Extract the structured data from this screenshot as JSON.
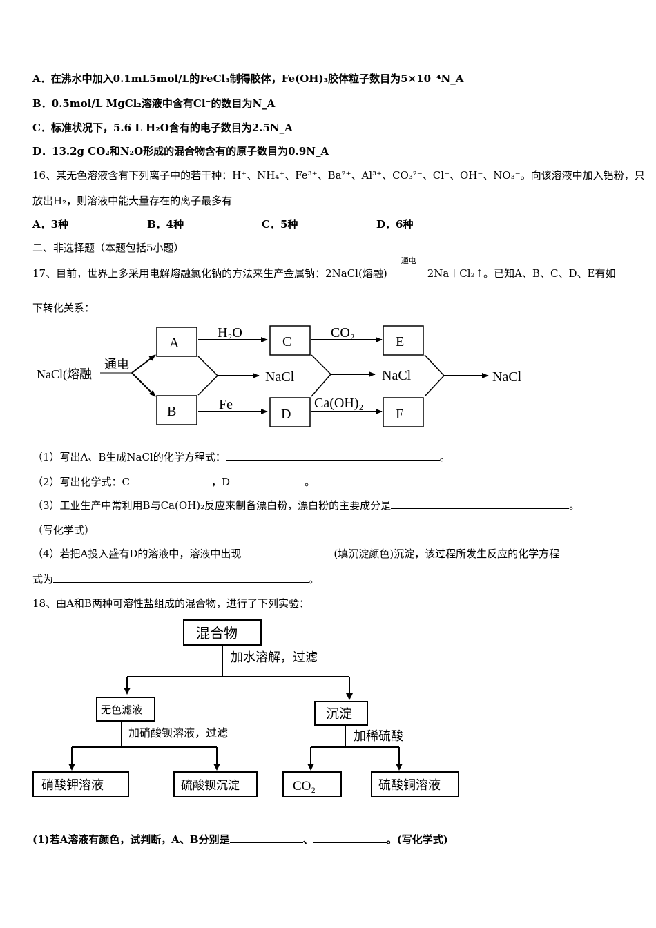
{
  "q15_options": {
    "A": "A．在沸水中加入0.1mL5mol/L的FeCl₃制得胶体，Fe(OH)₃胶体粒子数目为5×10⁻⁴N_A",
    "B": "B．0.5mol/L MgCl₂溶液中含有Cl⁻的数目为N_A",
    "C": "C．标准状况下，5.6 L H₂O含有的电子数目为2.5N_A",
    "D": "D．13.2g CO₂和N₂O形成的混合物含有的原子数目为0.9N_A"
  },
  "q16": {
    "stem_line1": "16、某无色溶液含有下列离子中的若干种：H⁺、NH₄⁺、Fe³⁺、Ba²⁺、Al³⁺、CO₃²⁻、Cl⁻、OH⁻、NO₃⁻。向该溶液中加入铝粉，只",
    "stem_line2": "放出H₂，则溶液中能大量存在的离子最多有",
    "options": [
      "A．3种",
      "B．4种",
      "C．5种",
      "D．6种"
    ]
  },
  "section2": "二、非选择题（本题包括5小题）",
  "q17": {
    "stem_a": "17、目前，世界上多采用电解熔融氯化钠的方法来生产金属钠：2NaCl(熔融)",
    "condition": "通电",
    "stem_b": "2Na＋Cl₂↑。已知A、B、C、D、E有如",
    "stem_line2": "下转化关系：",
    "diagram": {
      "start": "NaCl(熔融",
      "start_condition": "通电",
      "A": "A",
      "B": "B",
      "C": "C",
      "D": "D",
      "E": "E",
      "F": "F",
      "h2o": "H₂O",
      "co2": "CO₂",
      "fe": "Fe",
      "caoh2": "Ca(OH)₂",
      "nacl": "NaCl"
    },
    "p1": "（1）写出A、B生成NaCl的化学方程式：",
    "p1_end": "。",
    "p2_a": "（2）写出化学式：C",
    "p2_b": "，D",
    "p2_end": "。",
    "p3": "（3）工业生产中常利用B与Ca(OH)₂反应来制备漂白粉，漂白粉的主要成分是",
    "p3_end": "。",
    "p3_note": "（写化学式）",
    "p4_a": "（4）若把A投入盛有D的溶液中，溶液中出现",
    "p4_b": "(填沉淀颜色)沉淀，该过程所发生反应的化学方程",
    "p4_c": "式为",
    "p4_end": "。"
  },
  "q18": {
    "stem": "18、由A和B两种可溶性盐组成的混合物，进行了下列实验：",
    "diagram": {
      "mixture": "混合物",
      "step1": "加水溶解，过滤",
      "filtrate": "无色滤液",
      "precipitate": "沉淀",
      "step2": "加硝酸钡溶液，过滤",
      "step3": "加稀硫酸",
      "kno3": "硝酸钾溶液",
      "baso4": "硫酸钡沉淀",
      "co2": "CO₂",
      "cuso4": "硫酸铜溶液"
    },
    "p1_a": "(1)若A溶液有颜色，试判断，A、B分别是",
    "p1_b": "、",
    "p1_c": "。(写化学式)"
  }
}
